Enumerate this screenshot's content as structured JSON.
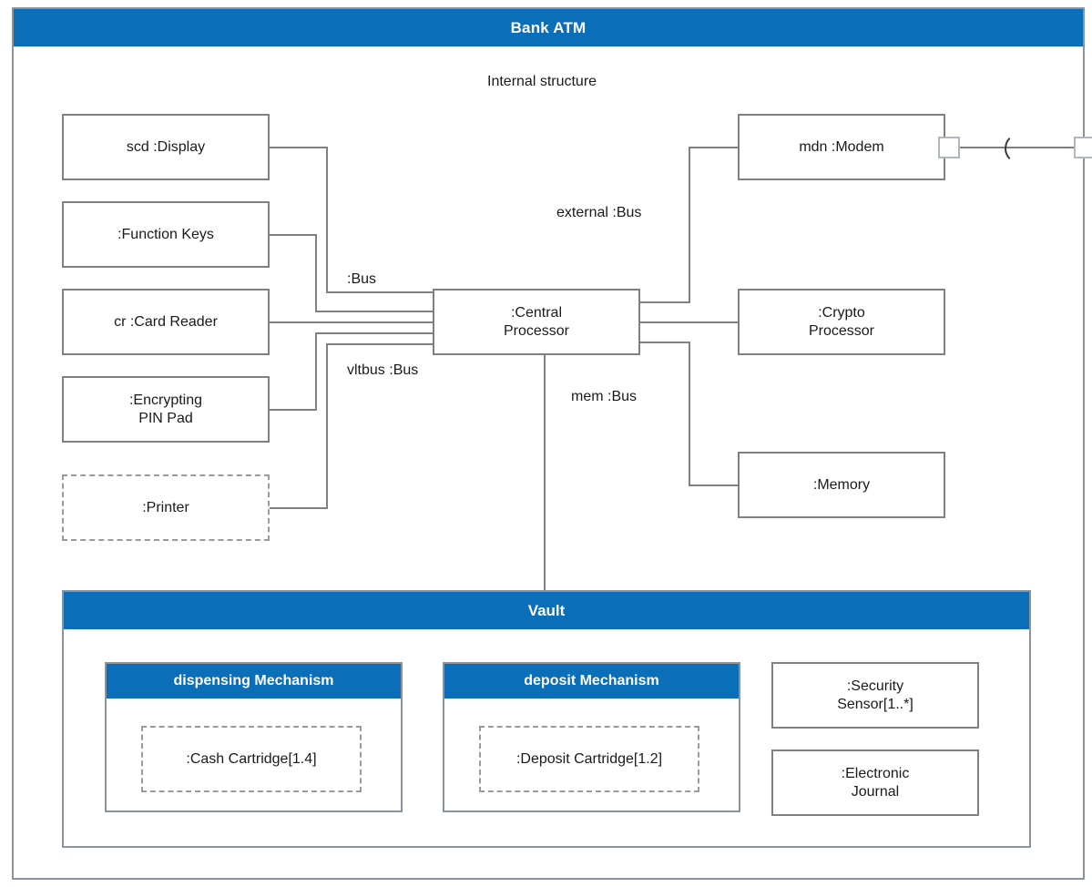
{
  "diagram": {
    "kind": "uml-composite-structure",
    "title": "Bank ATM",
    "caption": "Internal structure",
    "accent_color": "#0A6EB8",
    "border_color": "#8a94a0",
    "part_border_color": "#808080",
    "dashed_border_color": "#9a9a9a",
    "text_color": "#1a1a1a"
  },
  "parts": {
    "display": "scd :Display",
    "function_keys": ":Function Keys",
    "card_reader": "cr :Card Reader",
    "pin_pad": ":Encrypting\nPIN Pad",
    "printer": ":Printer",
    "central_processor": ":Central\nProcessor",
    "modem": "mdn :Modem",
    "crypto_processor": ":Crypto\nProcessor",
    "memory": ":Memory"
  },
  "vault": {
    "title": "Vault",
    "dispensing_mechanism": {
      "title": "dispensing Mechanism",
      "inner": ":Cash Cartridge[1.4]"
    },
    "deposit_mechanism": {
      "title": "deposit Mechanism",
      "inner": ":Deposit Cartridge[1.2]"
    },
    "security_sensor": ":Security\nSensor[1..*]",
    "electronic_journal": ":Electronic\nJournal"
  },
  "connector_labels": {
    "bus": ":Bus",
    "vltbus": "vltbus :Bus",
    "external": "external :Bus",
    "mem": "mem :Bus"
  },
  "ports": {
    "modem_port": "modem-port",
    "atm_boundary_port": "atm-boundary-port",
    "required_interface": "required-interface-socket"
  }
}
